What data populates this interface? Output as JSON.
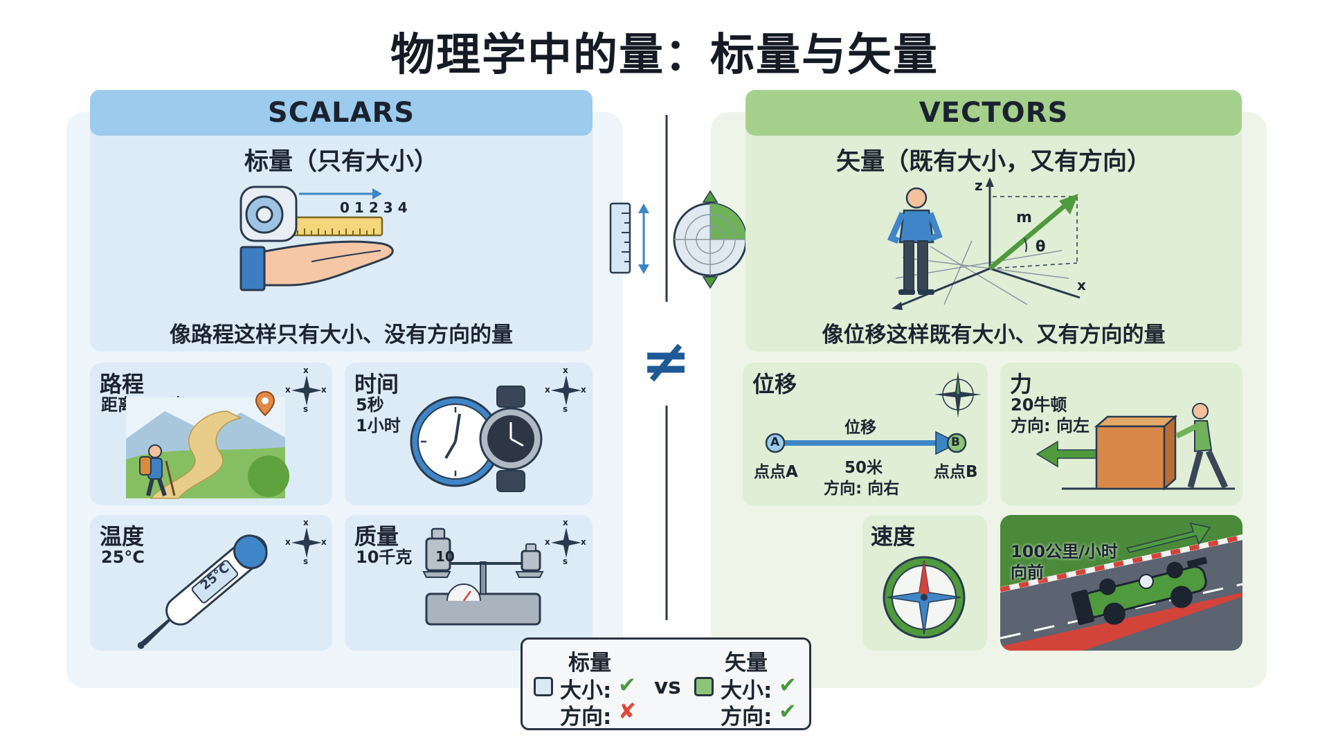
{
  "title": "物理学中的量：标量与矢量",
  "scalars": {
    "header": "SCALARS",
    "subtitle": "标量（只有大小）",
    "ruler_ticks": [
      "0",
      "1",
      "2",
      "3",
      "4"
    ],
    "description": "像路程这样只有大小、没有方向的量",
    "cards": {
      "distance": {
        "title": "路程",
        "lines": [
          "距离: 50米"
        ]
      },
      "time": {
        "title": "时间",
        "lines": [
          "5秒",
          "1小时"
        ]
      },
      "temperature": {
        "title": "温度",
        "lines": [
          "25°C"
        ],
        "display": "25°C"
      },
      "mass": {
        "title": "质量",
        "lines": [
          "10千克"
        ],
        "weight_label": "10"
      }
    }
  },
  "compass_labels": {
    "x": "x",
    "s": "s"
  },
  "not_equal": "≠",
  "vectors": {
    "header": "VECTORS",
    "subtitle": "矢量（既有大小，又有方向）",
    "axes": {
      "z": "z",
      "x": "x",
      "m": "m",
      "theta": "θ"
    },
    "description": "像位移这样既有大小、又有方向的量",
    "cards": {
      "displacement": {
        "title": "位移",
        "arrow_label": "位移",
        "point_a_marker": "A",
        "point_b_marker": "B",
        "point_a": "点点A",
        "point_b": "点点B",
        "magnitude": "50米",
        "direction": "方向: 向右"
      },
      "force": {
        "title": "力",
        "lines": [
          "20牛顿",
          "方向: 向左"
        ]
      },
      "velocity": {
        "title": "速度"
      },
      "car": {
        "lines": [
          "100公里/小时",
          "向前"
        ]
      }
    }
  },
  "legend": {
    "scalar_title": "标量",
    "vector_title": "矢量",
    "magnitude": "大小:",
    "direction": "方向:",
    "vs": "vs",
    "scalar_box_color": "#dbe9f6",
    "vector_box_color": "#8cc47a",
    "check_color": "#4a9a3f",
    "cross_color": "#e0483a"
  },
  "colors": {
    "scalar_header": "#9ccbed",
    "vector_header": "#a5d08c",
    "accent_blue": "#3d86c6",
    "accent_green": "#4f9a3d"
  }
}
